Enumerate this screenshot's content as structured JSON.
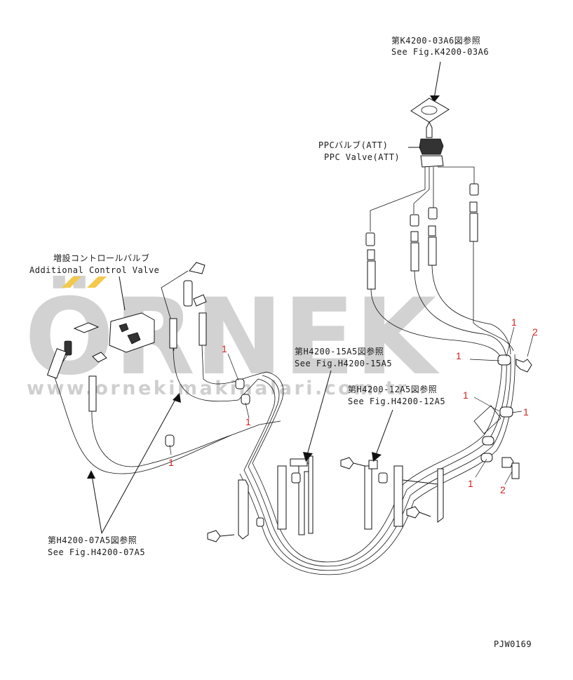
{
  "watermark": {
    "brand": "ÖRNEK",
    "url": "www.ornekimakinalari.com.tr",
    "accent_color": "#f2c94c",
    "text_color": "#d2d2d2"
  },
  "labels": {
    "ppc_ref_jp": "第K4200-03A6図参照",
    "ppc_ref_en": "See Fig.K4200-03A6",
    "ppc_valve_jp": "PPCバルブ(ATT)",
    "ppc_valve_en": "PPC Valve(ATT)",
    "acv_jp": "増設コントロールバルブ",
    "acv_en": "Additional Control Valve",
    "h15_jp": "第H4200-15A5図参照",
    "h15_en": "See Fig.H4200-15A5",
    "h12_jp": "第H4200-12A5図参照",
    "h12_en": "See Fig.H4200-12A5",
    "h07_jp": "第H4200-07A5図参照",
    "h07_en": "See Fig.H4200-07A5",
    "drawing_no": "PJW0169"
  },
  "callouts": {
    "c1": "1",
    "c2": "1",
    "c3": "1",
    "c4": "1",
    "c5": "1",
    "c6": "1",
    "c7": "1",
    "c8": "1",
    "c9": "2",
    "c10": "2"
  },
  "colors": {
    "callout": "#d42020",
    "line": "#111111"
  }
}
